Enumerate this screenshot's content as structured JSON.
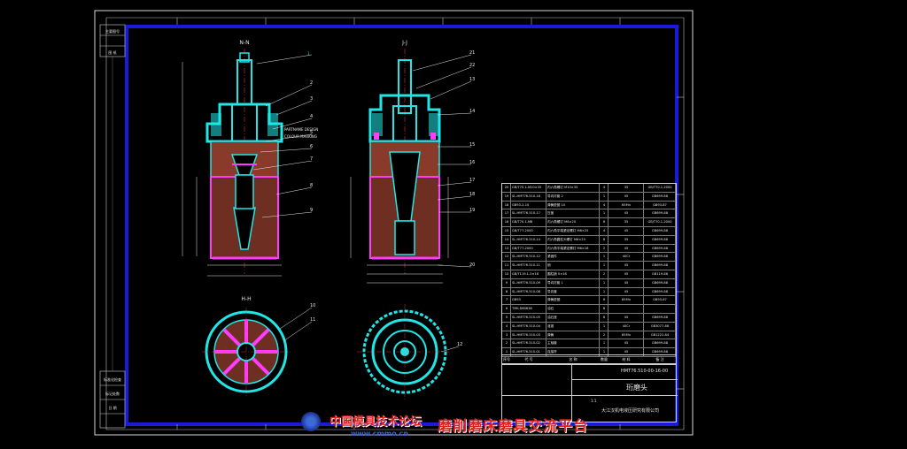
{
  "colors": {
    "background": "#000000",
    "frame_outer": "#d9d9d9",
    "frame_inner": "#1a1adb",
    "part_cyan": "#22e6e6",
    "section_hatch": "#8a3a2a",
    "part_magenta": "#ff3cff",
    "leader_white": "#e6e6e6",
    "table_line": "#cfcfcf",
    "watermark_red": "#e02020"
  },
  "views": {
    "top_left_label": "N-N",
    "top_right_label": "J-J",
    "bottom_left_label": "H-H",
    "note_line1": "PARTNAME DESIGN",
    "note_line2": "COLOUR MARKING"
  },
  "left_strip": {
    "labels": [
      "主要图号",
      "图 纸",
      "标准化检查",
      "标记处数",
      "日 期"
    ]
  },
  "balloons_left": [
    "1",
    "2",
    "3",
    "4",
    "5",
    "6",
    "7",
    "8",
    "9"
  ],
  "balloons_right": [
    "21",
    "22",
    "13",
    "14",
    "15",
    "16",
    "17",
    "18",
    "19",
    "20"
  ],
  "balloons_bottom": [
    "10",
    "11",
    "12"
  ],
  "bom": {
    "rows": [
      {
        "no": "20",
        "code": "GB/T70.1-M10×35",
        "name": "内六角螺钉 M10×35",
        "qty": "4",
        "mat": "35",
        "std": "GB/T70.1-2000"
      },
      {
        "no": "19",
        "code": "SL-HMT76.510-18",
        "name": "导向衬套 2",
        "qty": "1",
        "mat": "45",
        "std": "GB699-88"
      },
      {
        "no": "18",
        "code": "GB93-2-10",
        "name": "弹簧垫圈 10",
        "qty": "4",
        "mat": "65Mn",
        "std": "GB93-87"
      },
      {
        "no": "17",
        "code": "SL-HMT76.510-17",
        "name": "压盖",
        "qty": "1",
        "mat": "45",
        "std": "GB699-88"
      },
      {
        "no": "16",
        "code": "GB/T70.1-M8",
        "name": "内六角螺钉 M8×20",
        "qty": "6",
        "mat": "35",
        "std": "GB/T70.1-2000"
      },
      {
        "no": "15",
        "code": "GB/T77-2000",
        "name": "内六角平端紧定螺钉 M6×25",
        "qty": "4",
        "mat": "45",
        "std": "GB699-88"
      },
      {
        "no": "14",
        "code": "SL-HMT76.510-14",
        "name": "内六角圆柱头螺钉 M6×25",
        "qty": "8",
        "mat": "35",
        "std": "GB699-88"
      },
      {
        "no": "13",
        "code": "GB/T77-2000",
        "name": "内六角平端紧定螺钉 M6×16",
        "qty": "2",
        "mat": "45",
        "std": "GB699-88"
      },
      {
        "no": "12",
        "code": "SL-HMT76.510-12",
        "name": "紧固件",
        "qty": "1",
        "mat": "40Cr",
        "std": "GB699-88"
      },
      {
        "no": "11",
        "code": "SL-HMT76.510-11",
        "name": "销",
        "qty": "1",
        "mat": "45",
        "std": "GB699-88"
      },
      {
        "no": "10",
        "code": "GB/T119.1-5×16",
        "name": "圆柱销 5×16",
        "qty": "2",
        "mat": "45",
        "std": "GB119-86"
      },
      {
        "no": "9",
        "code": "SL-HMT76.510-09",
        "name": "导向衬套 1",
        "qty": "1",
        "mat": "45",
        "std": "GB699-88"
      },
      {
        "no": "8",
        "code": "SL-HMT76.510-08",
        "name": "导向套",
        "qty": "1",
        "mat": "45",
        "std": "GB699-88"
      },
      {
        "no": "7",
        "code": "GB93",
        "name": "弹簧垫圈",
        "qty": "6",
        "mat": "65Mn",
        "std": "GB93-87"
      },
      {
        "no": "6",
        "code": "TMK-D60636",
        "name": "油石",
        "qty": "8",
        "mat": "",
        "std": ""
      },
      {
        "no": "5",
        "code": "SL-HMT76.510-05",
        "name": "油石座",
        "qty": "8",
        "mat": "45",
        "std": "GB699-88"
      },
      {
        "no": "4",
        "code": "SL-HMT76.510-04",
        "name": "涨锥",
        "qty": "1",
        "mat": "40Cr",
        "std": "GB3077-88"
      },
      {
        "no": "3",
        "code": "SL-HMT76.510-03",
        "name": "弹簧",
        "qty": "2",
        "mat": "65Mn",
        "std": "GB1222-84"
      },
      {
        "no": "2",
        "code": "SL-HMT76.510-02",
        "name": "主轴套",
        "qty": "1",
        "mat": "45",
        "std": "GB699-88"
      },
      {
        "no": "1",
        "code": "SL-HMT76.510-01",
        "name": "连接杆",
        "qty": "1",
        "mat": "45",
        "std": "GB699-88"
      }
    ],
    "header": [
      "序号",
      "代 号",
      "名 称",
      "数量",
      "材 料",
      "备 注"
    ]
  },
  "title_block": {
    "drawing_no": "HMT76.510-00-16-00",
    "drawing_title": "珩磨头",
    "scale": "1:1",
    "company": "大江汉机电液压研究有限公司"
  },
  "watermark": {
    "logo_text": "中国模具技术论坛",
    "url_text": "www.cmmo.cn",
    "slogan": "磨削磨床磨具交流平台"
  }
}
